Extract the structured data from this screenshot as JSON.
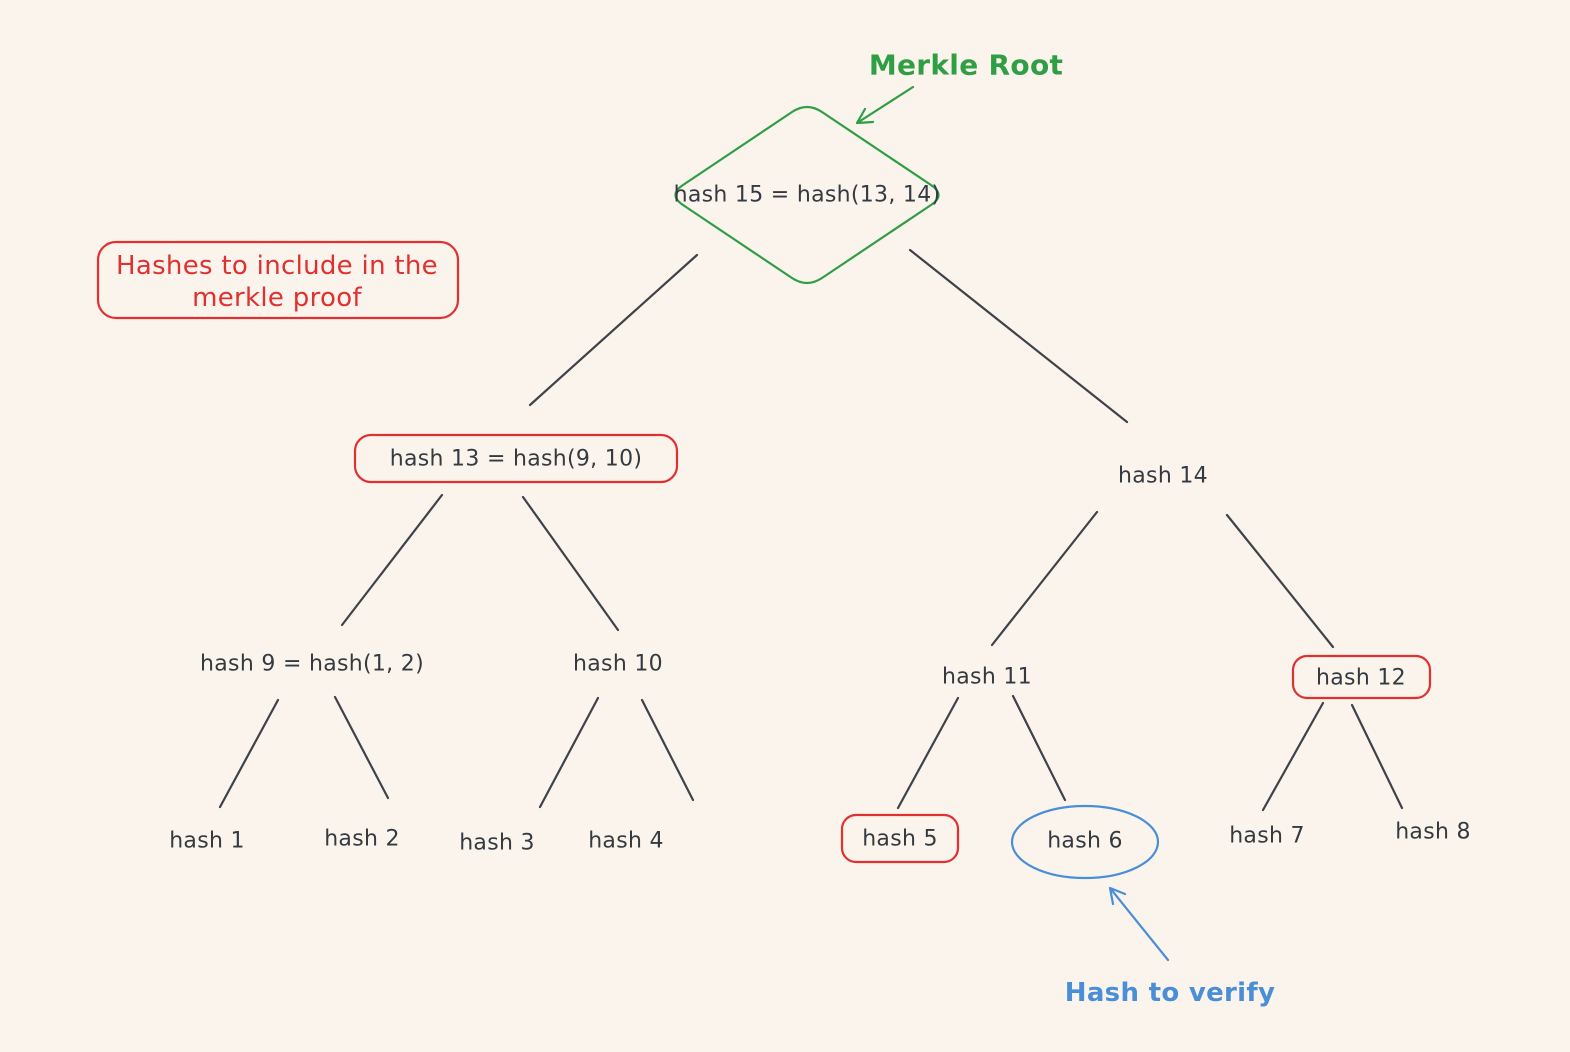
{
  "colors": {
    "background": "#faf4ed",
    "ink": "#343a40",
    "red": "#e03131",
    "green": "#2f9e44",
    "blue": "#4a8ed8"
  },
  "annotations": {
    "merkle_root": "Merkle Root",
    "proof_legend": {
      "line1": "Hashes to include in the",
      "line2": "merkle proof"
    },
    "verify": "Hash to verify"
  },
  "nodes": {
    "hash15": {
      "label": "hash 15 = hash(13, 14)",
      "shape": "diamond",
      "outline": "green",
      "role": "merkle-root"
    },
    "hash13": {
      "label": "hash 13 = hash(9, 10)",
      "shape": "rounded-rect",
      "outline": "red",
      "role": "proof-hash"
    },
    "hash14": {
      "label": "hash 14",
      "shape": "none"
    },
    "hash9": {
      "label": "hash 9 = hash(1, 2)",
      "shape": "none"
    },
    "hash10": {
      "label": "hash 10",
      "shape": "none"
    },
    "hash11": {
      "label": "hash 11",
      "shape": "none"
    },
    "hash12": {
      "label": "hash 12",
      "shape": "rounded-rect",
      "outline": "red",
      "role": "proof-hash"
    },
    "hash1": {
      "label": "hash 1",
      "shape": "none"
    },
    "hash2": {
      "label": "hash 2",
      "shape": "none"
    },
    "hash3": {
      "label": "hash 3",
      "shape": "none"
    },
    "hash4": {
      "label": "hash 4",
      "shape": "none"
    },
    "hash5": {
      "label": "hash 5",
      "shape": "rounded-rect",
      "outline": "red",
      "role": "proof-hash"
    },
    "hash6": {
      "label": "hash 6",
      "shape": "ellipse",
      "outline": "blue",
      "role": "hash-to-verify"
    },
    "hash7": {
      "label": "hash 7",
      "shape": "none"
    },
    "hash8": {
      "label": "hash 8",
      "shape": "none"
    }
  },
  "edges": [
    [
      "hash15",
      "hash13"
    ],
    [
      "hash15",
      "hash14"
    ],
    [
      "hash13",
      "hash9"
    ],
    [
      "hash13",
      "hash10"
    ],
    [
      "hash14",
      "hash11"
    ],
    [
      "hash14",
      "hash12"
    ],
    [
      "hash9",
      "hash1"
    ],
    [
      "hash9",
      "hash2"
    ],
    [
      "hash10",
      "hash3"
    ],
    [
      "hash10",
      "hash4"
    ],
    [
      "hash11",
      "hash5"
    ],
    [
      "hash11",
      "hash6"
    ],
    [
      "hash12",
      "hash7"
    ],
    [
      "hash12",
      "hash8"
    ]
  ]
}
